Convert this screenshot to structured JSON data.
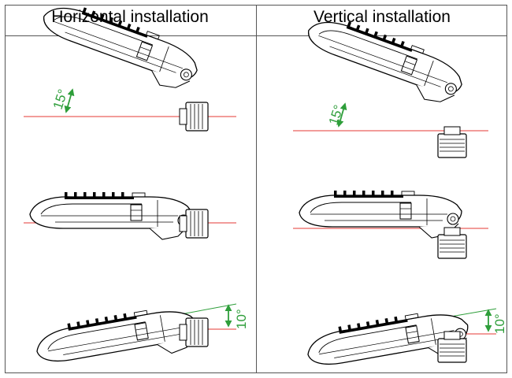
{
  "headers": {
    "horizontal": "Horizontal installation",
    "vertical": "Vertical installation"
  },
  "angles": {
    "tilt_up": "15°",
    "tilt_down": "10°"
  },
  "colors": {
    "line": "#000000",
    "reference": "#e53935",
    "angle": "#2e9e3a",
    "border": "#555555"
  }
}
